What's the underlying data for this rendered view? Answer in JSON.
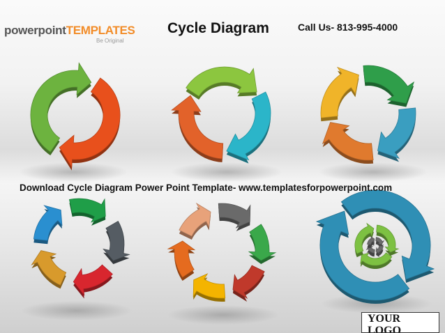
{
  "header": {
    "logo_word1": "powerpoint",
    "logo_word2": "TEMPLATES",
    "logo_tagline": "Be Original",
    "title": "Cycle Diagram",
    "call": "Call Us- 813-995-4000"
  },
  "caption": "Download Cycle Diagram Power Point Template- www.templatesforpowerpoint.com",
  "logo_placeholder": {
    "line1": "YOUR",
    "line2": "LOGO"
  },
  "diagrams": [
    {
      "name": "cycle-2-arrows",
      "segments": [
        "#e8501c",
        "#6db33f"
      ]
    },
    {
      "name": "cycle-3-arrows",
      "segments": [
        "#8cc63f",
        "#2bb5c9",
        "#e2622a"
      ]
    },
    {
      "name": "cycle-4-arrows",
      "segments": [
        "#2f9e4a",
        "#3a9ec0",
        "#e07a2e",
        "#f0b429"
      ]
    },
    {
      "name": "cycle-5-arrows",
      "segments": [
        "#1f9e48",
        "#555c63",
        "#d8262e",
        "#d89a2c",
        "#2a8fd0"
      ]
    },
    {
      "name": "cycle-6-arrows",
      "segments": [
        "#6a6a6a",
        "#3aa84a",
        "#c0392b",
        "#f4b400",
        "#e56b1f",
        "#e8a27a"
      ]
    },
    {
      "name": "cycle-nested",
      "segments": [
        "#2f8fb5",
        "#7dc142",
        "#6b6b6b"
      ]
    }
  ]
}
